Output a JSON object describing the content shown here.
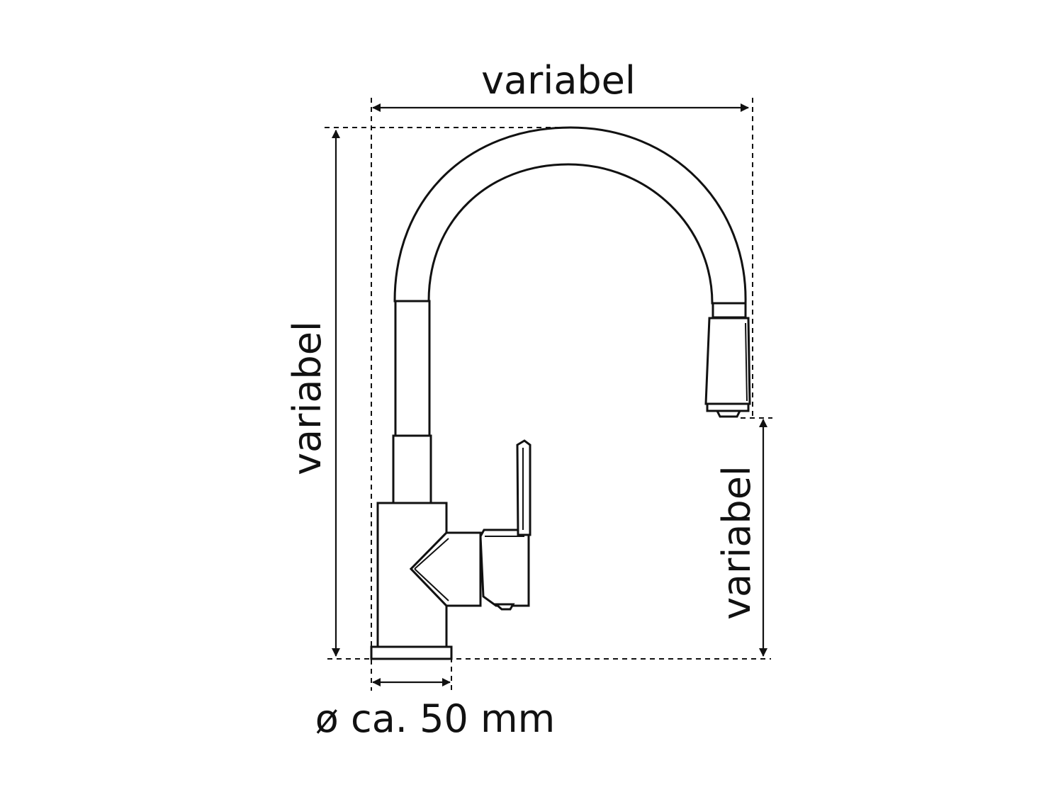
{
  "labels": {
    "width": "variabel",
    "height": "variabel",
    "spout_height": "variabel",
    "base_diameter": "ø ca. 50 mm"
  },
  "colors": {
    "ink": "#111111",
    "background": "#ffffff"
  }
}
